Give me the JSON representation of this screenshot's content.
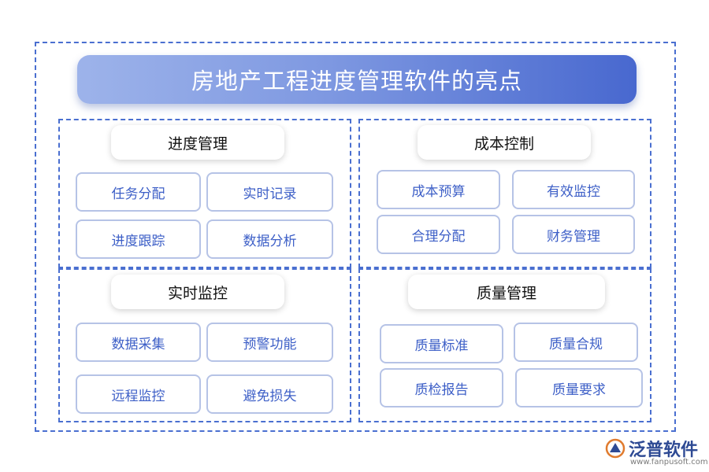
{
  "title": "房地产工程进度管理软件的亮点",
  "sections": [
    {
      "title": "进度管理",
      "items": [
        "任务分配",
        "实时记录",
        "进度跟踪",
        "数据分析"
      ]
    },
    {
      "title": "成本控制",
      "items": [
        "成本预算",
        "有效监控",
        "合理分配",
        "财务管理"
      ]
    },
    {
      "title": "实时监控",
      "items": [
        "数据采集",
        "预警功能",
        "远程监控",
        "避免损失"
      ]
    },
    {
      "title": "质量管理",
      "items": [
        "质量标准",
        "质量合规",
        "质检报告",
        "质量要求"
      ]
    }
  ],
  "watermark": {
    "brand": "泛普软件",
    "url": "www.fanpusoft.com"
  },
  "colors": {
    "accent": "#4a6fd0",
    "item_text": "#3d5fc7",
    "banner_start": "#9db3ea",
    "banner_end": "#4868cf"
  }
}
